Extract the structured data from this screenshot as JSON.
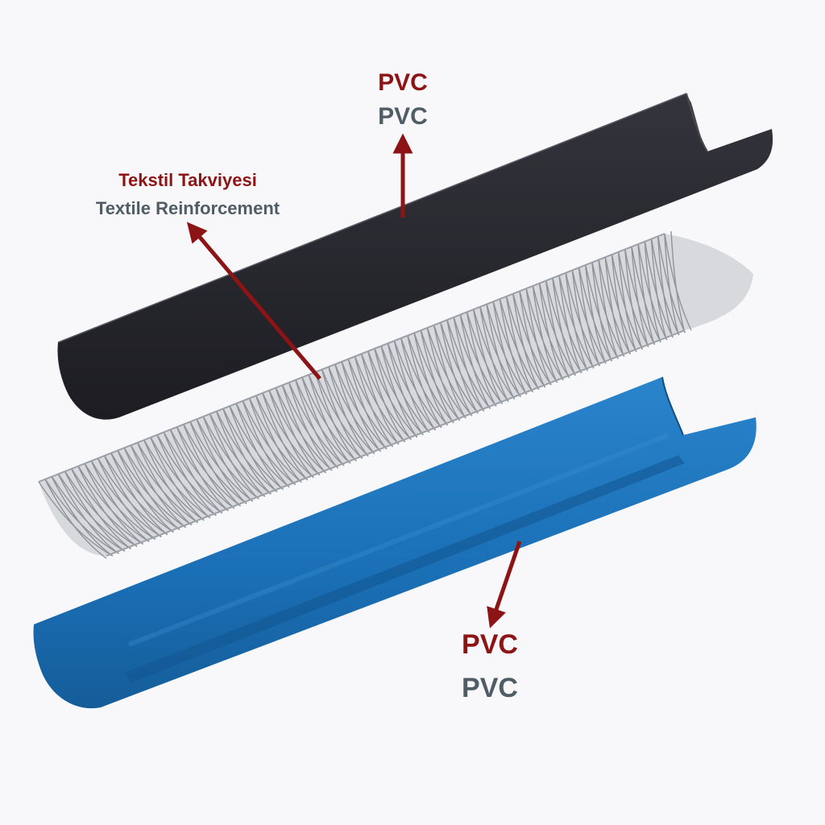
{
  "layers": {
    "outer": {
      "label_tr": "PVC",
      "label_en": "PVC",
      "color": "#25252c"
    },
    "reinforcement": {
      "label_tr": "Tekstil Takviyesi",
      "label_en": "Textile Reinforcement",
      "color": "#b4b8be"
    },
    "inner": {
      "label_tr": "PVC",
      "label_en": "PVC",
      "color": "#1a6fb5"
    }
  },
  "colors": {
    "arrow": "#8c1414",
    "label_tr": "#8c1414",
    "label_en": "#4f5d66",
    "background": "#f8f8fa"
  }
}
